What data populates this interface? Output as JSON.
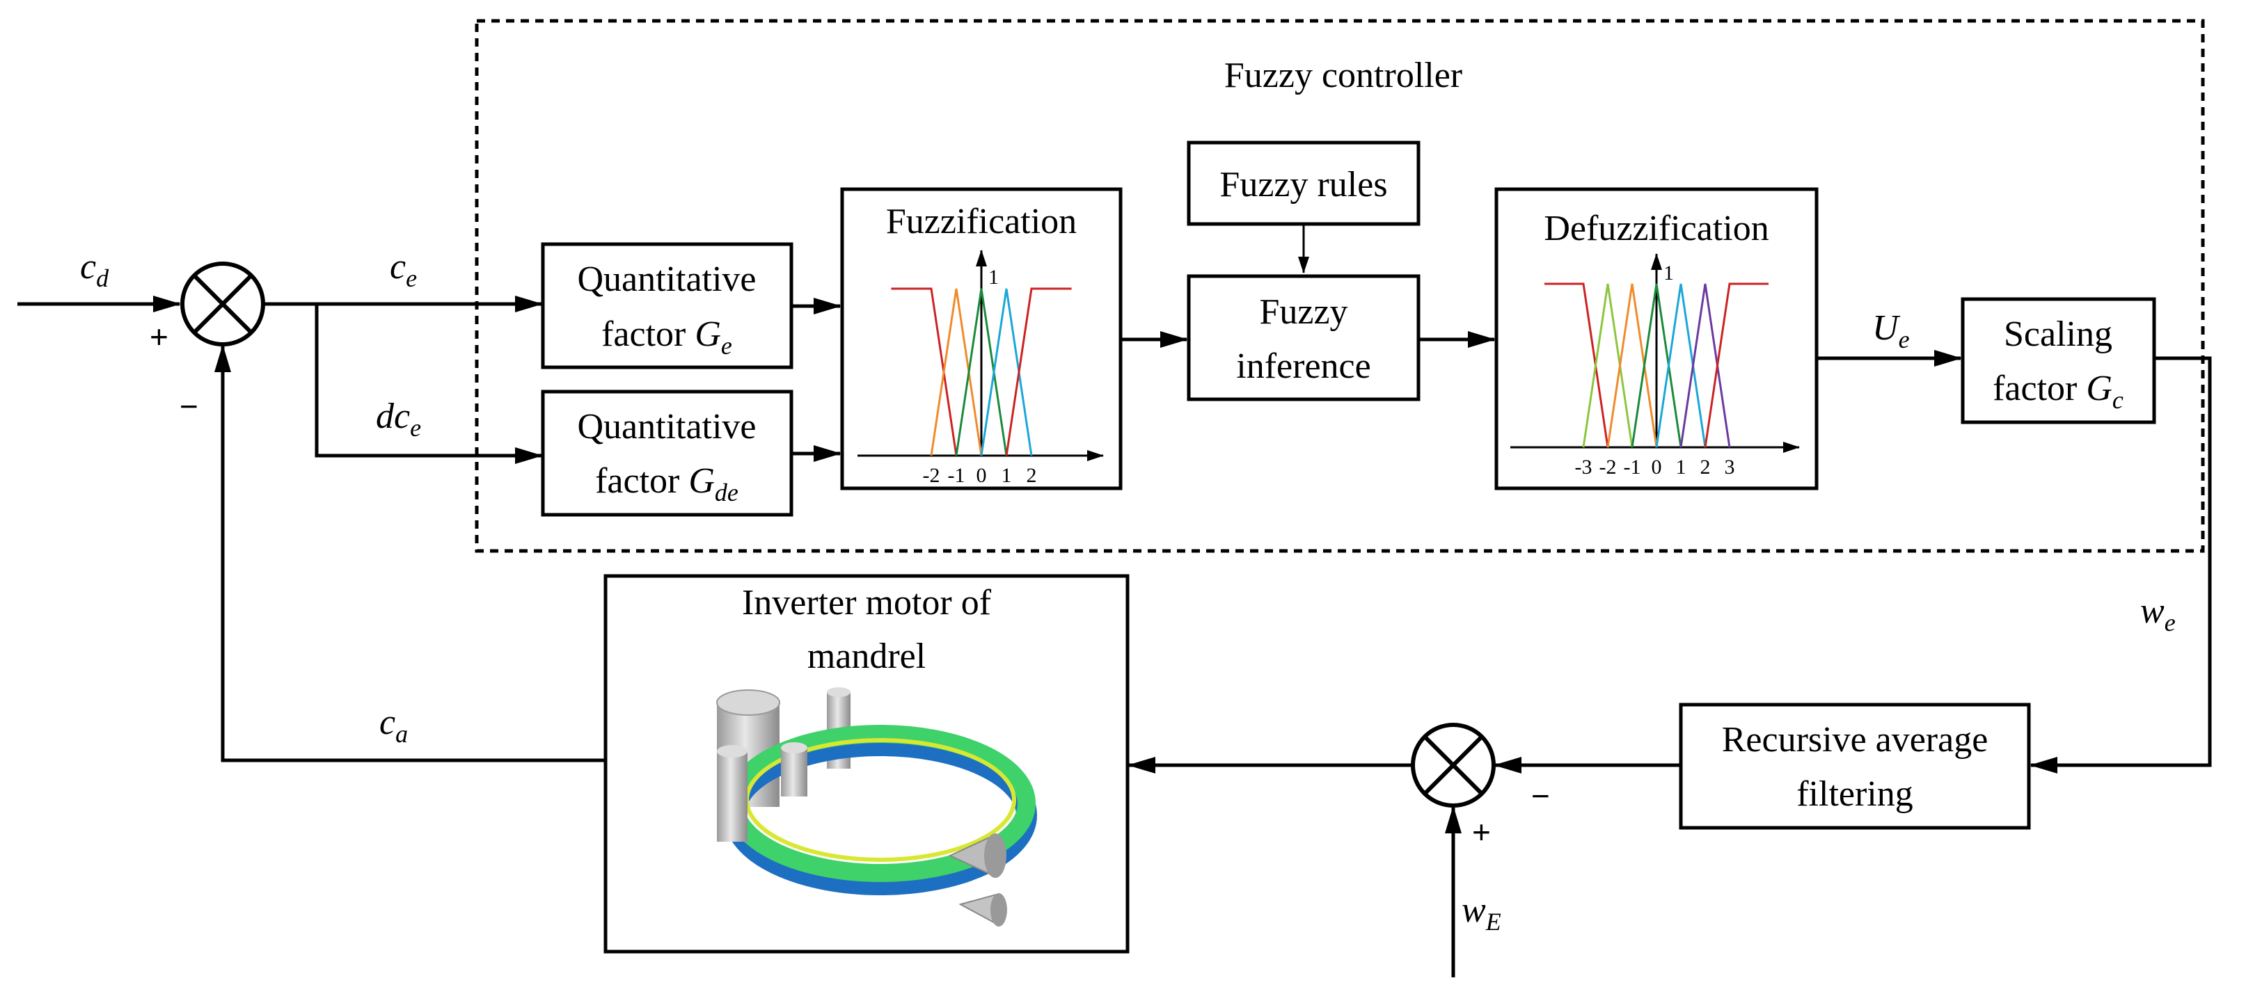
{
  "fuzzy_controller": {
    "title": "Fuzzy controller"
  },
  "blocks": {
    "quant_ge": {
      "line1": "Quantitative",
      "line2": "factor ",
      "sym": "G",
      "sub": "e"
    },
    "quant_gde": {
      "line1": "Quantitative",
      "line2": "factor ",
      "sym": "G",
      "sub": "de"
    },
    "fuzzification": {
      "title": "Fuzzification",
      "peak": "1",
      "ticks": [
        "-2",
        "-1",
        "0",
        "1",
        "2"
      ]
    },
    "fuzzy_rules": {
      "label": "Fuzzy rules"
    },
    "fuzzy_inference": {
      "line1": "Fuzzy",
      "line2": "inference"
    },
    "defuzzification": {
      "title": "Defuzzification",
      "peak": "1",
      "ticks": [
        "-3",
        "-2",
        "-1",
        "0",
        "1",
        "2",
        "3"
      ]
    },
    "scaling": {
      "line1": "Scaling",
      "line2": "factor ",
      "sym": "G",
      "sub": "c"
    },
    "filter": {
      "line1": "Recursive average",
      "line2": "filtering"
    },
    "motor": {
      "line1": "Inverter motor of",
      "line2": "mandrel"
    }
  },
  "signals": {
    "cd": {
      "sym": "c",
      "sub": "d"
    },
    "ce": {
      "sym": "c",
      "sub": "e"
    },
    "dce": {
      "sym": "dc",
      "sub": "e"
    },
    "ue": {
      "sym": "U",
      "sub": "e"
    },
    "we": {
      "sym": "w",
      "sub": "e"
    },
    "ca": {
      "sym": "c",
      "sub": "a"
    },
    "wE": {
      "sym": "w",
      "sub": "E"
    }
  },
  "signs": {
    "sum1_plus": "+",
    "sum1_minus": "−",
    "sum2_plus": "+",
    "sum2_minus": "−"
  },
  "colors": {
    "mf_red": "#cc2222",
    "mf_orange": "#f08a2c",
    "mf_green": "#1a8a3a",
    "mf_lightgreen": "#8cc63f",
    "mf_cyan": "#1aa7d8",
    "mf_purple": "#6a3aa0",
    "ring_outer": "#1d6fc2",
    "ring_mid": "#3fd16a",
    "ring_inner": "#d8e832"
  }
}
